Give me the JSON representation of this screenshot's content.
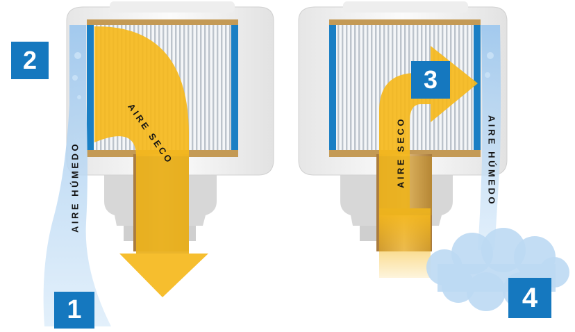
{
  "labels": {
    "wet_air_left": "AIRE HÚMEDO",
    "dry_air_left": "AIRE SECO",
    "dry_air_right": "AIRE SECO",
    "wet_air_right": "AIRE HÚMEDO"
  },
  "steps": [
    "1",
    "2",
    "3",
    "4"
  ],
  "colors": {
    "badge": "#1578bf",
    "dry_air": "#f5b81c",
    "wet_air": "#a9cff0",
    "filter_frame": "#1a7fc4",
    "brass": "#c49a55"
  }
}
